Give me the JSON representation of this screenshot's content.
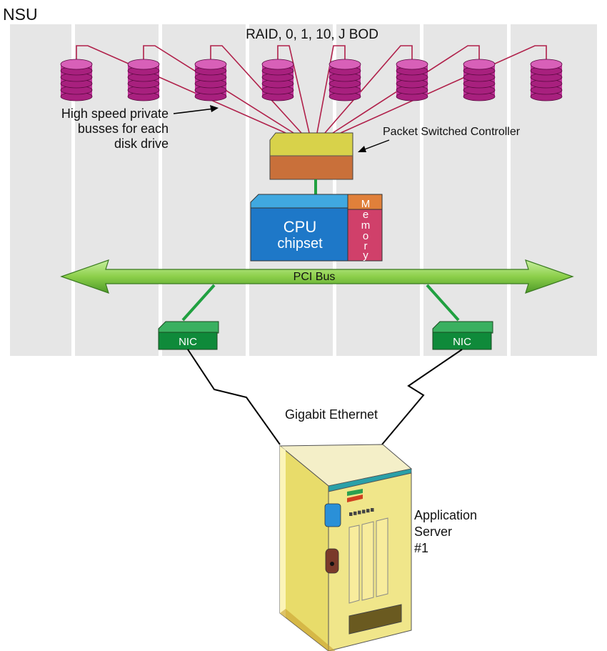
{
  "title": "NSU",
  "raid_label": "RAID, 0, 1, 10, J BOD",
  "busses_label": [
    "High speed private",
    "busses for each",
    "disk drive"
  ],
  "controller_label": "Packet Switched Controller",
  "cpu_label": [
    "CPU",
    "chipset"
  ],
  "memory_label": [
    "M",
    "e",
    "m",
    "o",
    "r",
    "y"
  ],
  "pci_label": "PCI Bus",
  "nic_left_label": "NIC",
  "nic_right_label": "NIC",
  "ethernet_label": "Gigabit Ethernet",
  "server_label": [
    "Application",
    "Server",
    "#1"
  ],
  "disk_count": 8,
  "colors": {
    "panel": "#e8e8e8",
    "stripe": "#ffffff",
    "disk": "#c2349a",
    "bus_line": "#b0204a",
    "controller_top": "#d8d24a",
    "controller_front": "#c9703a",
    "cpu_front": "#1e78c8",
    "cpu_top": "#40a8e0",
    "memory": "#d0406a",
    "memory_top": "#e0803a",
    "pci_bus": "#9cd85a",
    "link": "#20a040",
    "nic": "#0f8a3a",
    "server_body": "#ece07a",
    "server_trim": "#2aa0a8"
  }
}
